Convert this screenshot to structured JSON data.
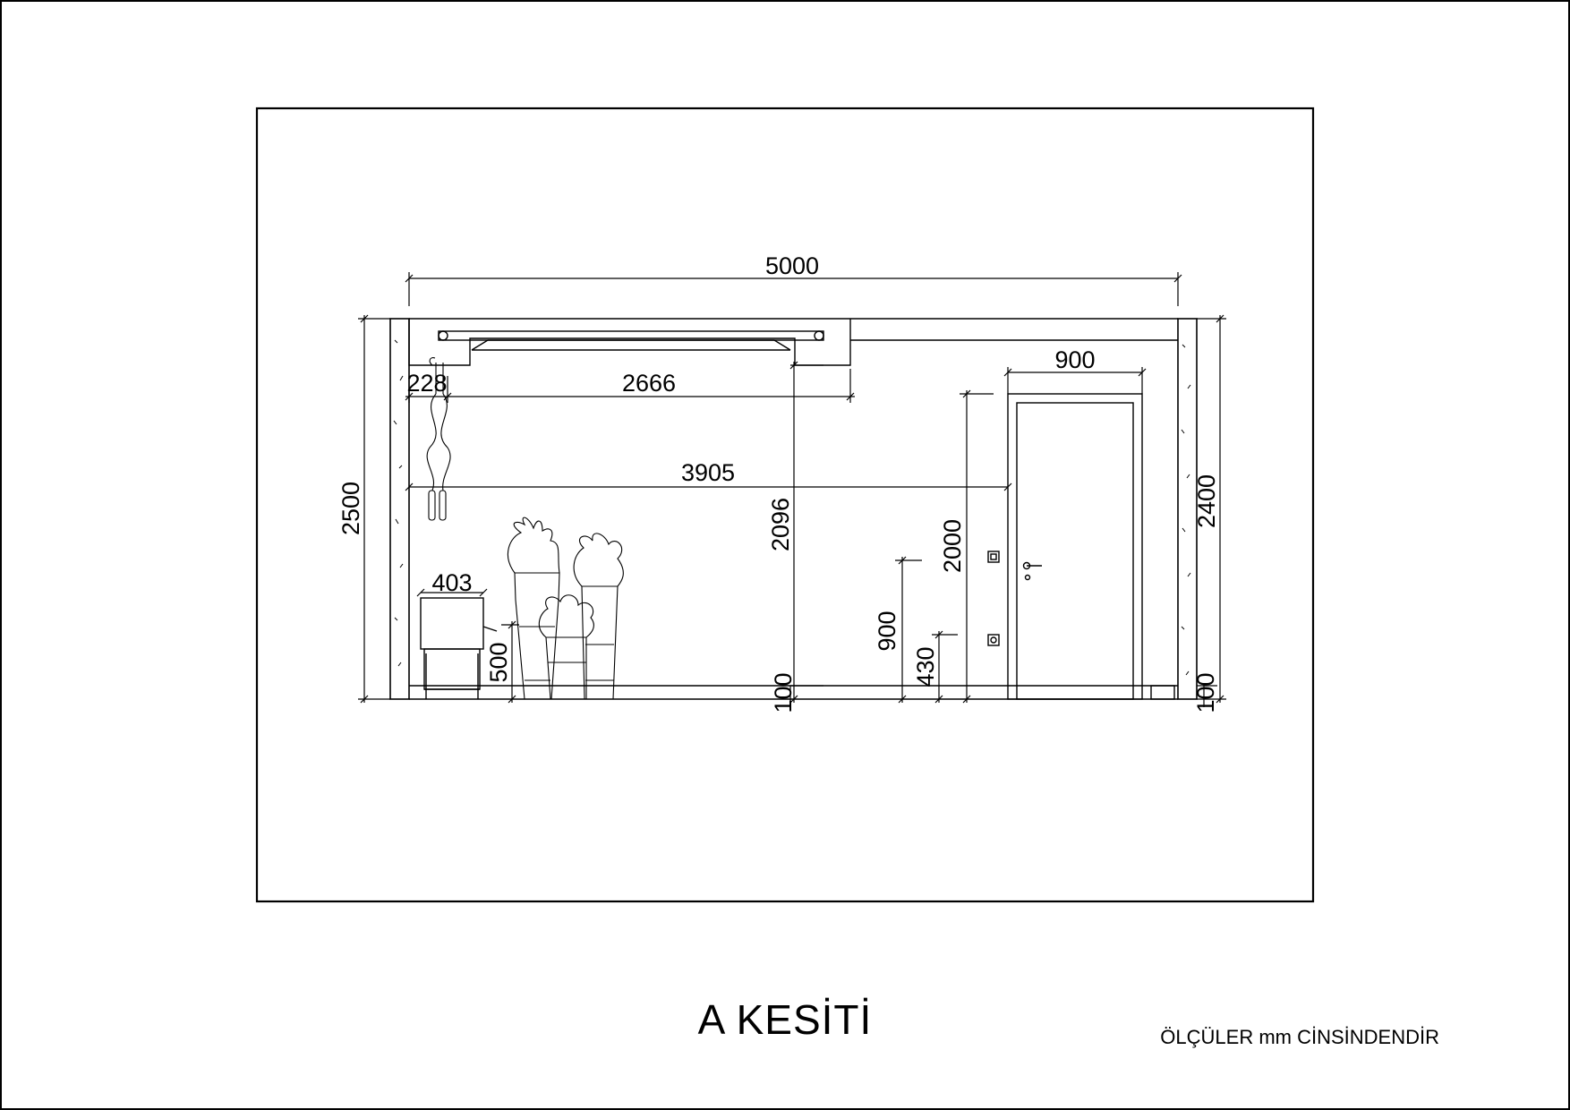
{
  "title": "A KESİTİ",
  "unit_note": "ÖLÇÜLER mm CİNSİNDENDİR",
  "dimensions": {
    "total_width": "5000",
    "door_width": "900",
    "edge_offset": "228",
    "ceiling_panel": "2666",
    "wall_to_door": "3905",
    "total_height": "2500",
    "room_height": "2400",
    "cabinet_width": "403",
    "cabinet_height": "500",
    "ceiling_height": "2096",
    "door_height": "2000",
    "switch_height": "900",
    "socket_height": "430",
    "skirting_left": "100",
    "skirting_right": "100"
  }
}
